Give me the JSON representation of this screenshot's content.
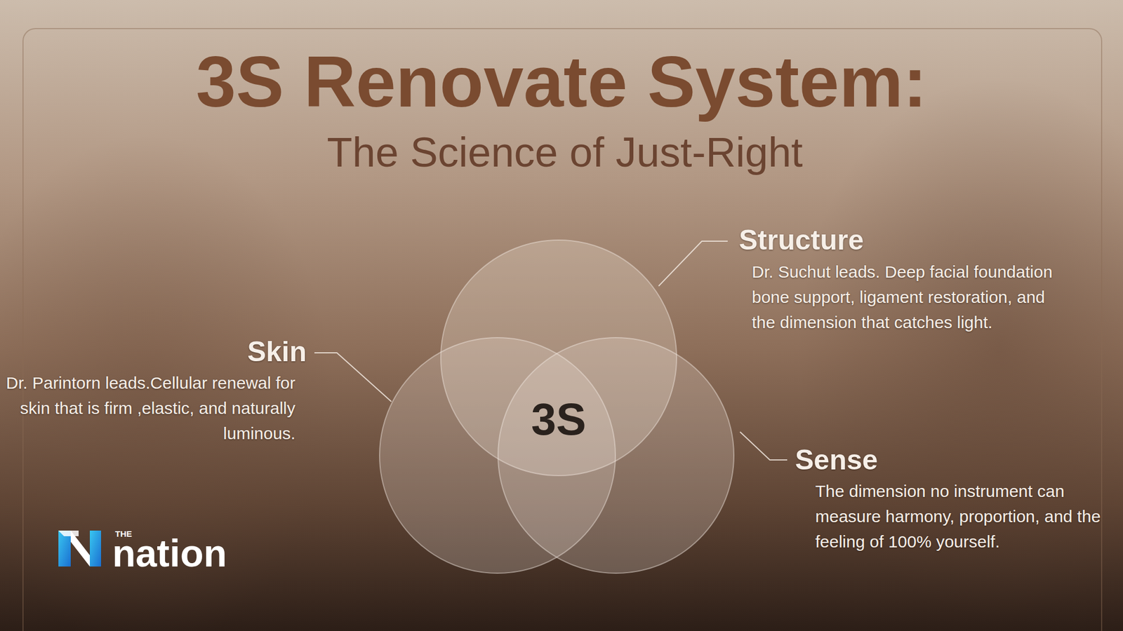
{
  "diagram": {
    "title": "3S Renovate System:",
    "labels": [
      "The Science of Just-Right",
      "Structure",
      "Dr. Suchut leads. Deep facial foundation bone support, ligament restoration, and the dimension that catches light.",
      "Skin",
      "Dr. Parintorn leads.Cellular renewal for skin that is firm ,elastic, and naturally luminous.",
      "3S",
      "Sense",
      "The dimension no instrument can measure harmony, proportion, and the feeling of 100% yourself.",
      "THE",
      "nation"
    ]
  }
}
